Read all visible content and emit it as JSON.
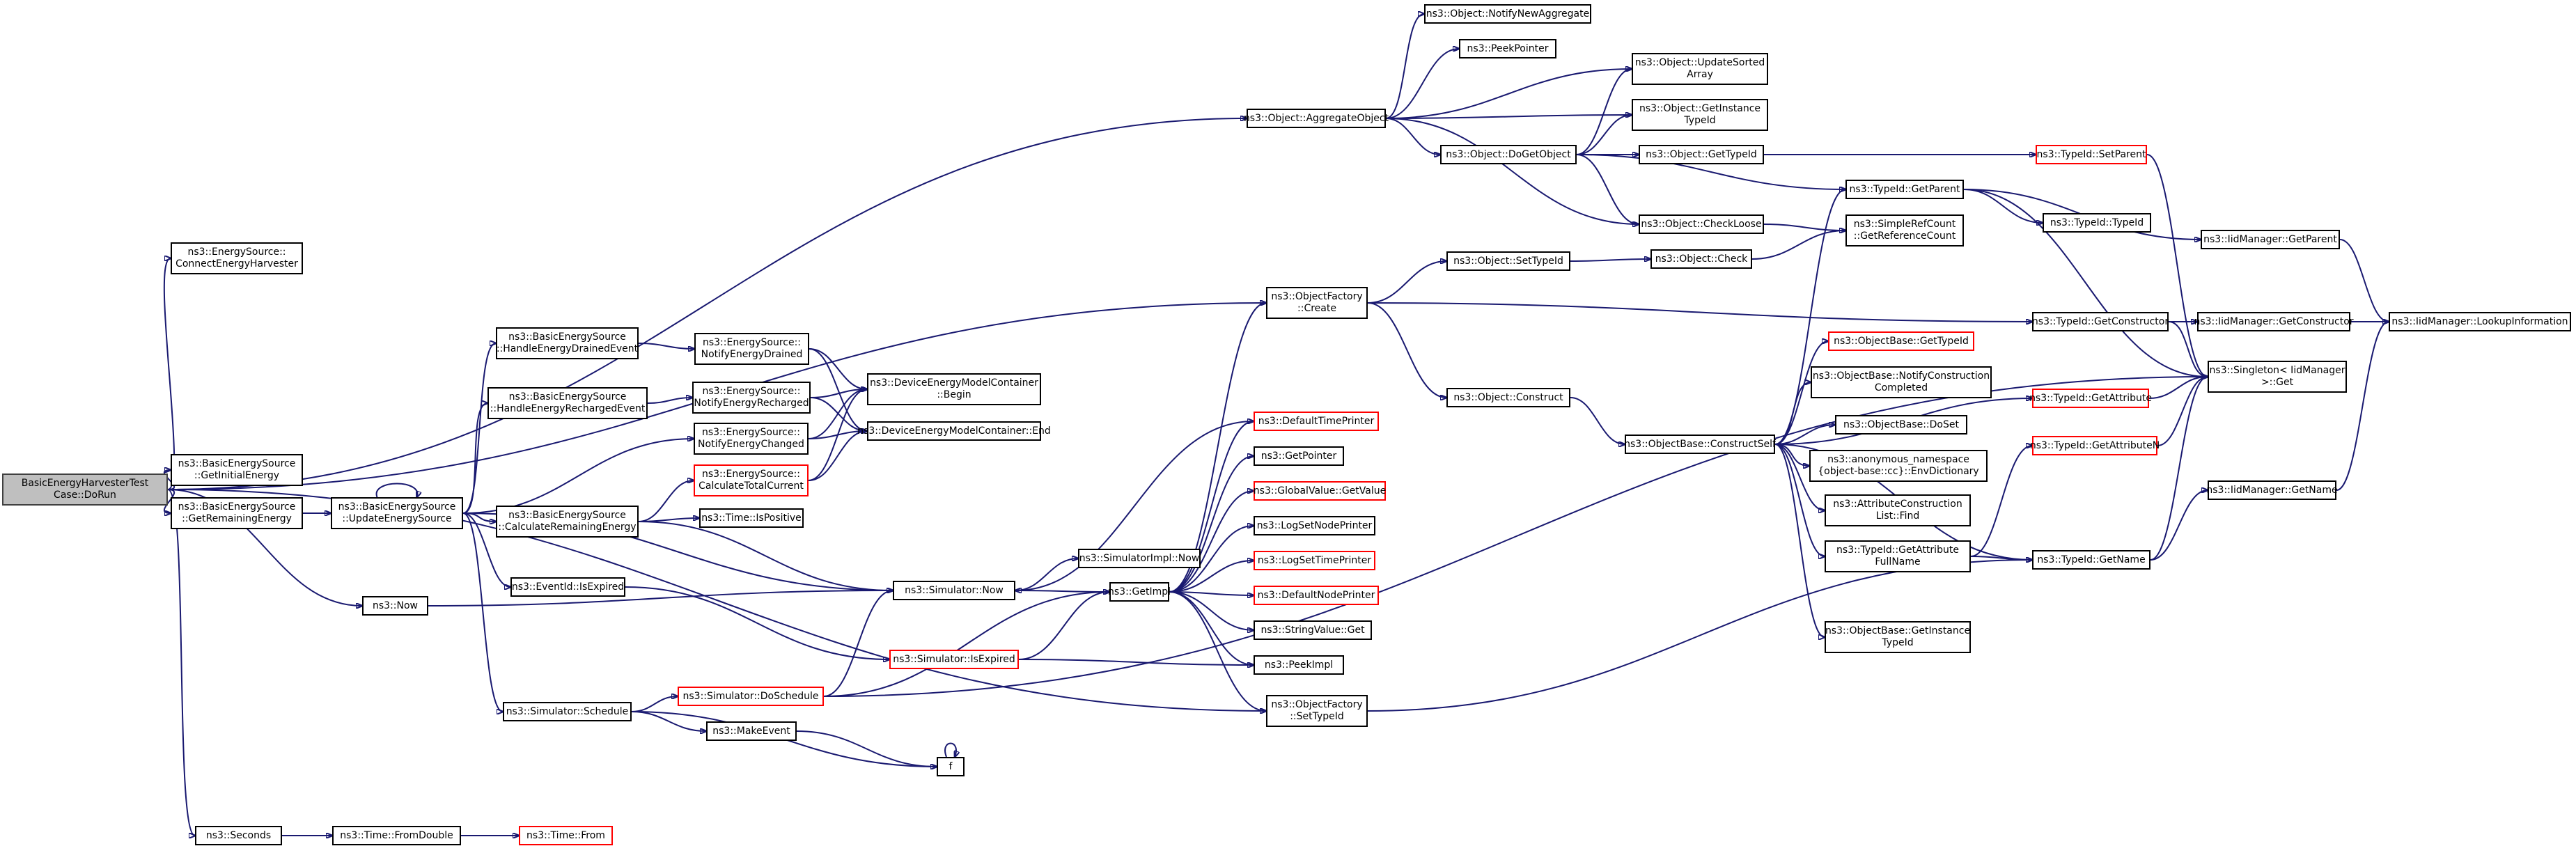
{
  "colors": {
    "edge": "#191970",
    "node_border": "#000000",
    "truncated_border": "#ff0000",
    "root_fill": "#bfbfbf"
  },
  "nodes": [
    {
      "id": "root",
      "lines": [
        "BasicEnergyHarvesterTest",
        "Case::DoRun"
      ],
      "red": false,
      "root": true
    },
    {
      "id": "connectHarvester",
      "lines": [
        "ns3::EnergySource::",
        "ConnectEnergyHarvester"
      ],
      "red": false
    },
    {
      "id": "getInitialEnergy",
      "lines": [
        "ns3::BasicEnergySource",
        "::GetInitialEnergy"
      ],
      "red": false
    },
    {
      "id": "getRemainingEnergy",
      "lines": [
        "ns3::BasicEnergySource",
        "::GetRemainingEnergy"
      ],
      "red": false
    },
    {
      "id": "now",
      "lines": [
        "ns3::Now"
      ],
      "red": false
    },
    {
      "id": "seconds",
      "lines": [
        "ns3::Seconds"
      ],
      "red": false
    },
    {
      "id": "updateEnergySource",
      "lines": [
        "ns3::BasicEnergySource",
        "::UpdateEnergySource"
      ],
      "red": false
    },
    {
      "id": "fromDouble",
      "lines": [
        "ns3::Time::FromDouble"
      ],
      "red": false
    },
    {
      "id": "timeFrom",
      "lines": [
        "ns3::Time::From"
      ],
      "red": true
    },
    {
      "id": "handleDrained",
      "lines": [
        "ns3::BasicEnergySource",
        "::HandleEnergyDrainedEvent"
      ],
      "red": false
    },
    {
      "id": "handleRecharged",
      "lines": [
        "ns3::BasicEnergySource",
        "::HandleEnergyRechargedEvent"
      ],
      "red": false
    },
    {
      "id": "calcRemaining",
      "lines": [
        "ns3::BasicEnergySource",
        "::CalculateRemainingEnergy"
      ],
      "red": false
    },
    {
      "id": "isExpired",
      "lines": [
        "ns3::EventId::IsExpired"
      ],
      "red": false
    },
    {
      "id": "schedule",
      "lines": [
        "ns3::Simulator::Schedule"
      ],
      "red": false
    },
    {
      "id": "notifyDrained",
      "lines": [
        "ns3::EnergySource::",
        "NotifyEnergyDrained"
      ],
      "red": false
    },
    {
      "id": "notifyRecharged",
      "lines": [
        "ns3::EnergySource::",
        "NotifyEnergyRecharged"
      ],
      "red": false
    },
    {
      "id": "notifyChanged",
      "lines": [
        "ns3::EnergySource::",
        "NotifyEnergyChanged"
      ],
      "red": false
    },
    {
      "id": "calcTotalCurrent",
      "lines": [
        "ns3::EnergySource::",
        "CalculateTotalCurrent"
      ],
      "red": true
    },
    {
      "id": "isPositive",
      "lines": [
        "ns3::Time::IsPositive"
      ],
      "red": false
    },
    {
      "id": "doSchedule",
      "lines": [
        "ns3::Simulator::DoSchedule"
      ],
      "red": true
    },
    {
      "id": "makeEvent",
      "lines": [
        "ns3::MakeEvent"
      ],
      "red": false
    },
    {
      "id": "dmcBegin",
      "lines": [
        "ns3::DeviceEnergyModelContainer",
        "::Begin"
      ],
      "red": false
    },
    {
      "id": "dmcEnd",
      "lines": [
        "ns3::DeviceEnergyModelContainer::End"
      ],
      "red": false
    },
    {
      "id": "simNow",
      "lines": [
        "ns3::Simulator::Now"
      ],
      "red": false
    },
    {
      "id": "simIsExpired",
      "lines": [
        "ns3::Simulator::IsExpired"
      ],
      "red": true
    },
    {
      "id": "f",
      "lines": [
        "f"
      ],
      "red": false
    },
    {
      "id": "aggregateObject",
      "lines": [
        "ns3::Object::AggregateObject"
      ],
      "red": false
    },
    {
      "id": "ofCreate",
      "lines": [
        "ns3::ObjectFactory",
        "::Create"
      ],
      "red": false
    },
    {
      "id": "simImplNow",
      "lines": [
        "ns3::SimulatorImpl::Now"
      ],
      "red": false
    },
    {
      "id": "getImpl",
      "lines": [
        "ns3::GetImpl"
      ],
      "red": false
    },
    {
      "id": "ofSetTypeId",
      "lines": [
        "ns3::ObjectFactory",
        "::SetTypeId"
      ],
      "red": false
    },
    {
      "id": "notifyNewAggregate",
      "lines": [
        "ns3::Object::NotifyNewAggregate"
      ],
      "red": false
    },
    {
      "id": "peekPointer",
      "lines": [
        "ns3::PeekPointer"
      ],
      "red": false
    },
    {
      "id": "doGetObject",
      "lines": [
        "ns3::Object::DoGetObject"
      ],
      "red": false
    },
    {
      "id": "objSetTypeId",
      "lines": [
        "ns3::Object::SetTypeId"
      ],
      "red": false
    },
    {
      "id": "objConstruct",
      "lines": [
        "ns3::Object::Construct"
      ],
      "red": false
    },
    {
      "id": "defaultTimePrinter",
      "lines": [
        "ns3::DefaultTimePrinter"
      ],
      "red": true
    },
    {
      "id": "getPointer",
      "lines": [
        "ns3::GetPointer"
      ],
      "red": false
    },
    {
      "id": "globalValueGet",
      "lines": [
        "ns3::GlobalValue::GetValue"
      ],
      "red": true
    },
    {
      "id": "logSetNodePrinter",
      "lines": [
        "ns3::LogSetNodePrinter"
      ],
      "red": false
    },
    {
      "id": "logSetTimePrinter",
      "lines": [
        "ns3::LogSetTimePrinter"
      ],
      "red": true
    },
    {
      "id": "defaultNodePrinter",
      "lines": [
        "ns3::DefaultNodePrinter"
      ],
      "red": true
    },
    {
      "id": "stringValueGet",
      "lines": [
        "ns3::StringValue::Get"
      ],
      "red": false
    },
    {
      "id": "peekImpl",
      "lines": [
        "ns3::PeekImpl"
      ],
      "red": false
    },
    {
      "id": "updateSortedArray",
      "lines": [
        "ns3::Object::UpdateSorted",
        "Array"
      ],
      "red": false
    },
    {
      "id": "objGetInstanceTypeId",
      "lines": [
        "ns3::Object::GetInstance",
        "TypeId"
      ],
      "red": false
    },
    {
      "id": "objGetTypeId",
      "lines": [
        "ns3::Object::GetTypeId"
      ],
      "red": false
    },
    {
      "id": "checkLoose",
      "lines": [
        "ns3::Object::CheckLoose"
      ],
      "red": false
    },
    {
      "id": "objCheck",
      "lines": [
        "ns3::Object::Check"
      ],
      "red": false
    },
    {
      "id": "constructSelf",
      "lines": [
        "ns3::ObjectBase::ConstructSelf"
      ],
      "red": false
    },
    {
      "id": "obGetTypeId",
      "lines": [
        "ns3::ObjectBase::GetTypeId"
      ],
      "red": true
    },
    {
      "id": "notifyConstructionCompleted",
      "lines": [
        "ns3::ObjectBase::NotifyConstruction",
        "Completed"
      ],
      "red": false
    },
    {
      "id": "obDoSet",
      "lines": [
        "ns3::ObjectBase::DoSet"
      ],
      "red": false
    },
    {
      "id": "envDictionary",
      "lines": [
        "ns3::anonymous_namespace",
        "{object-base::cc}::EnvDictionary"
      ],
      "red": false
    },
    {
      "id": "attrConstructionFind",
      "lines": [
        "ns3::AttributeConstruction",
        "List::Find"
      ],
      "red": false
    },
    {
      "id": "getAttributeFullName",
      "lines": [
        "ns3::TypeId::GetAttribute",
        "FullName"
      ],
      "red": false
    },
    {
      "id": "obGetInstanceTypeId",
      "lines": [
        "ns3::ObjectBase::GetInstance",
        "TypeId"
      ],
      "red": false
    },
    {
      "id": "setParent",
      "lines": [
        "ns3::TypeId::SetParent"
      ],
      "red": true
    },
    {
      "id": "getParent",
      "lines": [
        "ns3::TypeId::GetParent"
      ],
      "red": false
    },
    {
      "id": "typeIdCtor",
      "lines": [
        "ns3::TypeId::TypeId"
      ],
      "red": false
    },
    {
      "id": "srcGetReferenceCount",
      "lines": [
        "ns3::SimpleRefCount",
        "::GetReferenceCount"
      ],
      "red": false
    },
    {
      "id": "getConstructor",
      "lines": [
        "ns3::TypeId::GetConstructor"
      ],
      "red": false
    },
    {
      "id": "getAttribute",
      "lines": [
        "ns3::TypeId::GetAttribute"
      ],
      "red": true
    },
    {
      "id": "getAttributeN",
      "lines": [
        "ns3::TypeId::GetAttributeN"
      ],
      "red": true
    },
    {
      "id": "getName",
      "lines": [
        "ns3::TypeId::GetName"
      ],
      "red": false
    },
    {
      "id": "iidGetParent",
      "lines": [
        "ns3::IidManager::GetParent"
      ],
      "red": false
    },
    {
      "id": "iidGetConstructor",
      "lines": [
        "ns3::IidManager::GetConstructor"
      ],
      "red": false
    },
    {
      "id": "singletonGet",
      "lines": [
        "ns3::Singleton< IidManager",
        ">::Get"
      ],
      "red": false
    },
    {
      "id": "iidGetName",
      "lines": [
        "ns3::IidManager::GetName"
      ],
      "red": false
    },
    {
      "id": "lookupInformation",
      "lines": [
        "ns3::IidManager::LookupInformation"
      ],
      "red": false
    }
  ],
  "edges": [
    [
      "root",
      "aggregateObject"
    ],
    [
      "root",
      "connectHarvester"
    ],
    [
      "root",
      "ofCreate"
    ],
    [
      "root",
      "getInitialEnergy"
    ],
    [
      "root",
      "getRemainingEnergy"
    ],
    [
      "root",
      "now"
    ],
    [
      "root",
      "ofSetTypeId"
    ],
    [
      "root",
      "seconds"
    ],
    [
      "getRemainingEnergy",
      "updateEnergySource"
    ],
    [
      "updateEnergySource",
      "updateEnergySource"
    ],
    [
      "updateEnergySource",
      "handleDrained"
    ],
    [
      "updateEnergySource",
      "handleRecharged"
    ],
    [
      "updateEnergySource",
      "notifyChanged"
    ],
    [
      "updateEnergySource",
      "calcRemaining"
    ],
    [
      "updateEnergySource",
      "isExpired"
    ],
    [
      "updateEnergySource",
      "schedule"
    ],
    [
      "updateEnergySource",
      "simNow"
    ],
    [
      "now",
      "simNow"
    ],
    [
      "seconds",
      "fromDouble"
    ],
    [
      "fromDouble",
      "timeFrom"
    ],
    [
      "handleDrained",
      "notifyDrained"
    ],
    [
      "handleRecharged",
      "notifyRecharged"
    ],
    [
      "notifyDrained",
      "dmcBegin"
    ],
    [
      "notifyDrained",
      "dmcEnd"
    ],
    [
      "notifyRecharged",
      "dmcBegin"
    ],
    [
      "notifyRecharged",
      "dmcEnd"
    ],
    [
      "notifyChanged",
      "dmcBegin"
    ],
    [
      "notifyChanged",
      "dmcEnd"
    ],
    [
      "calcRemaining",
      "calcTotalCurrent"
    ],
    [
      "calcRemaining",
      "isPositive"
    ],
    [
      "calcRemaining",
      "simNow"
    ],
    [
      "calcTotalCurrent",
      "dmcBegin"
    ],
    [
      "calcTotalCurrent",
      "dmcEnd"
    ],
    [
      "isExpired",
      "simIsExpired"
    ],
    [
      "schedule",
      "doSchedule"
    ],
    [
      "schedule",
      "makeEvent"
    ],
    [
      "schedule",
      "f"
    ],
    [
      "makeEvent",
      "f"
    ],
    [
      "f",
      "f"
    ],
    [
      "doSchedule",
      "simNow"
    ],
    [
      "doSchedule",
      "getImpl"
    ],
    [
      "doSchedule",
      "singletonGet"
    ],
    [
      "simNow",
      "simImplNow"
    ],
    [
      "simNow",
      "getImpl"
    ],
    [
      "simIsExpired",
      "getImpl"
    ],
    [
      "simIsExpired",
      "peekImpl"
    ],
    [
      "getImpl",
      "ofCreate"
    ],
    [
      "getImpl",
      "defaultTimePrinter"
    ],
    [
      "getImpl",
      "getPointer"
    ],
    [
      "getImpl",
      "globalValueGet"
    ],
    [
      "getImpl",
      "logSetNodePrinter"
    ],
    [
      "getImpl",
      "logSetTimePrinter"
    ],
    [
      "getImpl",
      "defaultNodePrinter"
    ],
    [
      "getImpl",
      "stringValueGet"
    ],
    [
      "getImpl",
      "peekImpl"
    ],
    [
      "getImpl",
      "ofSetTypeId"
    ],
    [
      "defaultTimePrinter",
      "simNow"
    ],
    [
      "aggregateObject",
      "notifyNewAggregate"
    ],
    [
      "aggregateObject",
      "peekPointer"
    ],
    [
      "aggregateObject",
      "updateSortedArray"
    ],
    [
      "aggregateObject",
      "objGetInstanceTypeId"
    ],
    [
      "aggregateObject",
      "doGetObject"
    ],
    [
      "aggregateObject",
      "checkLoose"
    ],
    [
      "ofCreate",
      "objSetTypeId"
    ],
    [
      "ofCreate",
      "getConstructor"
    ],
    [
      "ofCreate",
      "objConstruct"
    ],
    [
      "ofSetTypeId",
      "getName"
    ],
    [
      "doGetObject",
      "updateSortedArray"
    ],
    [
      "doGetObject",
      "objGetInstanceTypeId"
    ],
    [
      "doGetObject",
      "objGetTypeId"
    ],
    [
      "doGetObject",
      "getParent"
    ],
    [
      "doGetObject",
      "checkLoose"
    ],
    [
      "objSetTypeId",
      "objCheck"
    ],
    [
      "objConstruct",
      "constructSelf"
    ],
    [
      "objGetTypeId",
      "setParent"
    ],
    [
      "checkLoose",
      "srcGetReferenceCount"
    ],
    [
      "objCheck",
      "srcGetReferenceCount"
    ],
    [
      "constructSelf",
      "getParent"
    ],
    [
      "constructSelf",
      "obGetTypeId"
    ],
    [
      "constructSelf",
      "notifyConstructionCompleted"
    ],
    [
      "constructSelf",
      "obDoSet"
    ],
    [
      "constructSelf",
      "envDictionary"
    ],
    [
      "constructSelf",
      "attrConstructionFind"
    ],
    [
      "constructSelf",
      "getAttributeFullName"
    ],
    [
      "constructSelf",
      "obGetInstanceTypeId"
    ],
    [
      "constructSelf",
      "getAttribute"
    ],
    [
      "constructSelf",
      "getName"
    ],
    [
      "getAttributeFullName",
      "getAttributeN"
    ],
    [
      "getAttributeFullName",
      "getName"
    ],
    [
      "setParent",
      "singletonGet"
    ],
    [
      "getParent",
      "typeIdCtor"
    ],
    [
      "getParent",
      "iidGetParent"
    ],
    [
      "getParent",
      "singletonGet"
    ],
    [
      "getConstructor",
      "iidGetConstructor"
    ],
    [
      "getConstructor",
      "singletonGet"
    ],
    [
      "getAttribute",
      "singletonGet"
    ],
    [
      "getAttributeN",
      "singletonGet"
    ],
    [
      "getName",
      "iidGetName"
    ],
    [
      "getName",
      "singletonGet"
    ],
    [
      "iidGetParent",
      "lookupInformation"
    ],
    [
      "iidGetConstructor",
      "lookupInformation"
    ],
    [
      "iidGetName",
      "lookupInformation"
    ]
  ]
}
